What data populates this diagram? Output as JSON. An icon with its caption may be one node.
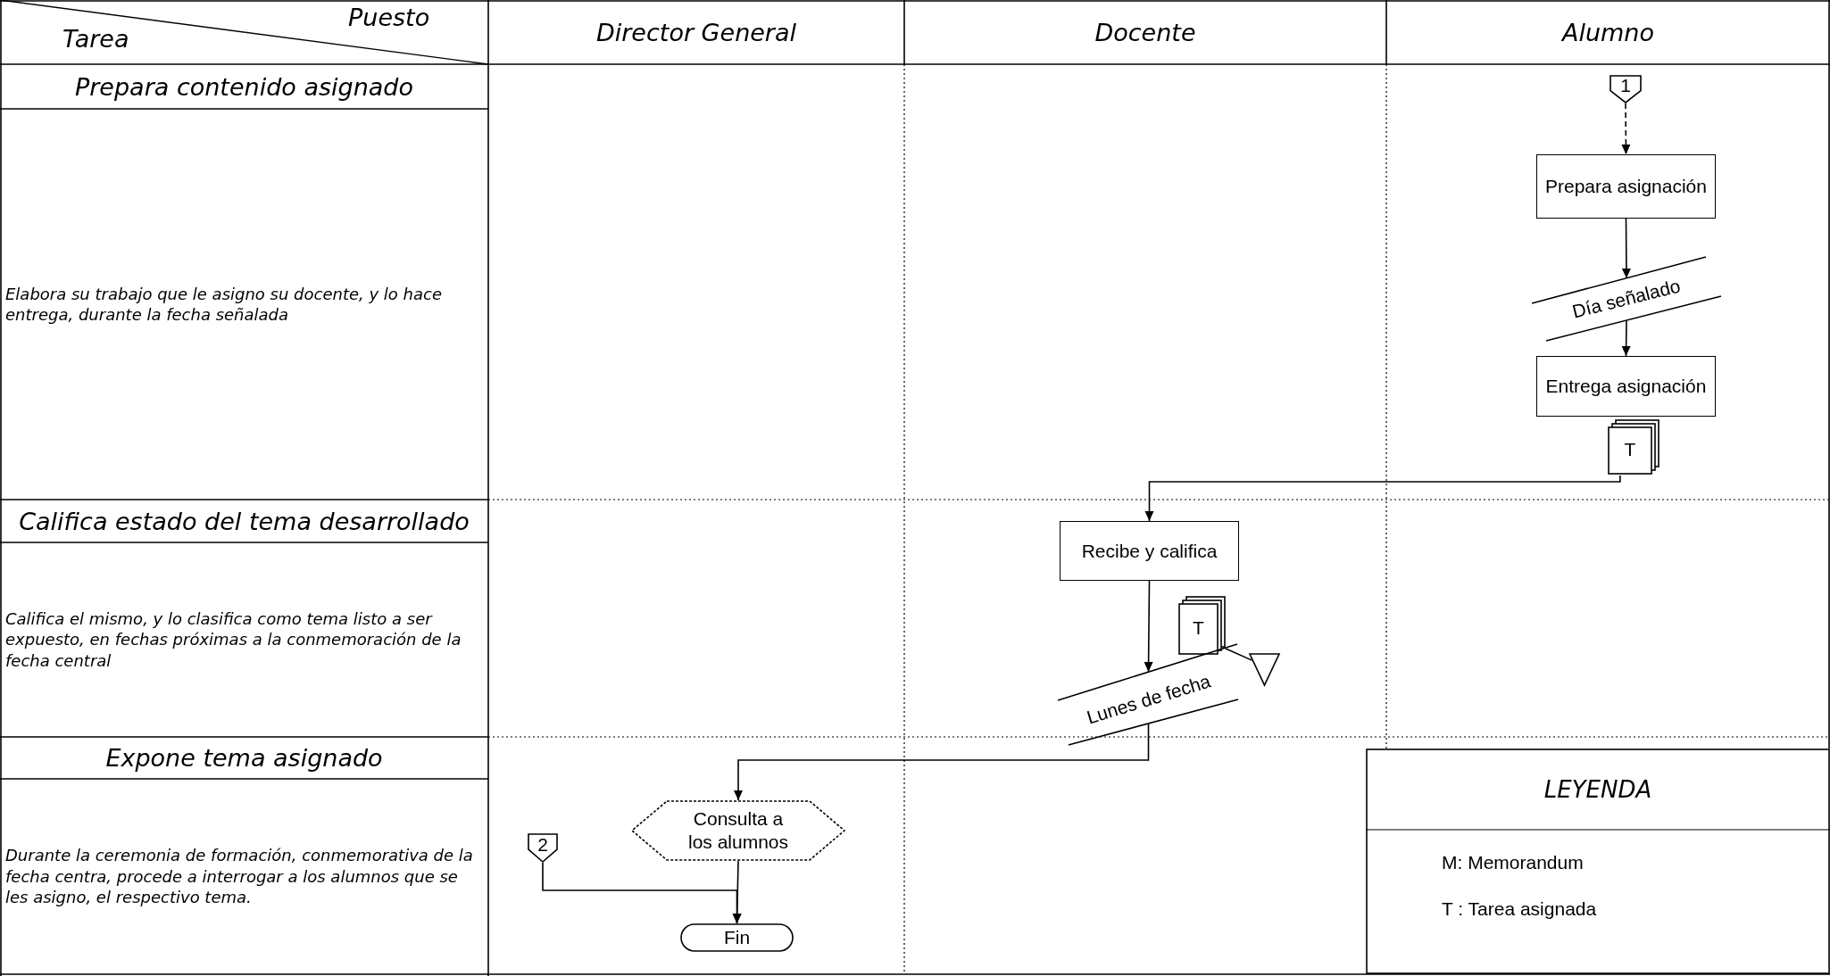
{
  "diagram": {
    "nodes": [
      {
        "text": [
          "Puesto",
          "Tarea"
        ]
      },
      {
        "text": [
          "Director General"
        ]
      },
      {
        "text": [
          "Docente"
        ]
      },
      {
        "text": [
          "Alumno"
        ]
      },
      {
        "text": [
          "Prepara contenido asignado"
        ]
      },
      {
        "text": [
          "Elabora su trabajo que le asigno su docente, y lo hace entrega, durante la fecha señalada"
        ]
      },
      {
        "text": [
          "Califica estado del tema desarrollado"
        ]
      },
      {
        "text": [
          "Califica el mismo, y lo clasifica como tema listo a ser expuesto, en fechas próximas a la conmemoración de la fecha central"
        ]
      },
      {
        "text": [
          "Expone tema asignado"
        ]
      },
      {
        "text": [
          "Durante la ceremonia de formación, conmemorativa de la fecha centra, procede a interrogar a los alumnos que se les asigno, el respectivo tema."
        ]
      },
      {
        "text": [
          "1"
        ]
      },
      {
        "text": [
          "Prepara asignación"
        ]
      },
      {
        "text": [
          "Día señalado"
        ]
      },
      {
        "text": [
          "Entrega asignación"
        ]
      },
      {
        "text": [
          "T"
        ]
      },
      {
        "text": [
          "Recibe y califica"
        ]
      },
      {
        "text": [
          "T"
        ]
      },
      {
        "text": [],
        "shape": "triangle"
      },
      {
        "text": [
          "Lunes de fecha"
        ]
      },
      {
        "text": [
          "Consulta a los alumnos"
        ]
      },
      {
        "text": [
          "2"
        ]
      },
      {
        "text": [
          "Fin"
        ]
      },
      {
        "text": [
          "LEYENDA"
        ]
      }
    ],
    "edges": [
      {
        "from": 10,
        "to": 11,
        "arrow": "to",
        "style": "dashed"
      },
      {
        "from": 11,
        "to": 12,
        "arrow": "to"
      },
      {
        "from": 12,
        "to": 13,
        "arrow": "to"
      },
      {
        "from": 14,
        "to": 15,
        "arrow": "to"
      },
      {
        "from": 15,
        "to": 18,
        "arrow": "to"
      },
      {
        "from": 16,
        "to": 17,
        "arrow": "none"
      },
      {
        "from": 18,
        "to": 19,
        "arrow": "to"
      },
      {
        "from": 19,
        "to": 21,
        "arrow": "to"
      },
      {
        "from": 20,
        "to": 21,
        "arrow": "to"
      }
    ],
    "legend": [
      {
        "text": "M: Memorandum"
      },
      {
        "text": "T : Tarea asignada"
      }
    ]
  }
}
